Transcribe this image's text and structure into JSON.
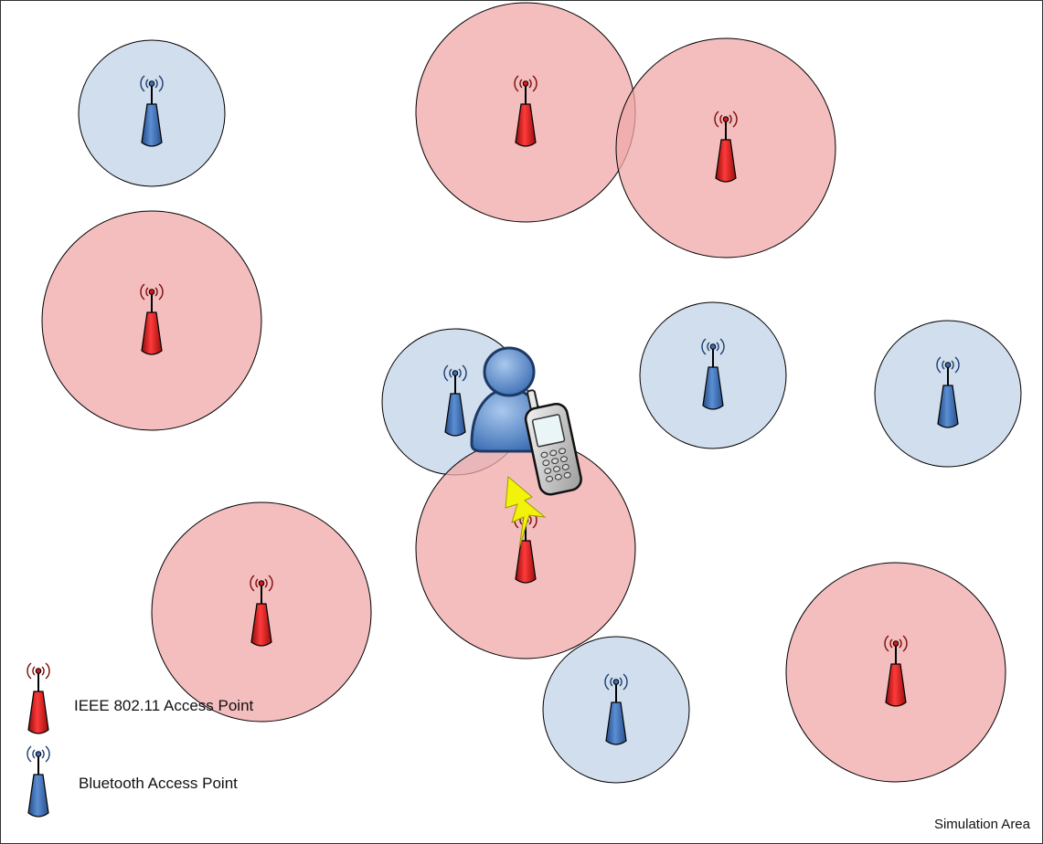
{
  "colors": {
    "wifi_fill": "#f0a8a8",
    "bluetooth_fill": "#b9cde3",
    "wifi_ap": "#d81818",
    "bluetooth_ap": "#3d6fb5",
    "user_blue": "#6fa0d6",
    "phone_body": "#c8c8c8",
    "bolt": "#f2f20a"
  },
  "legend": {
    "wifi_label": "IEEE 802.11 Access Point",
    "bluetooth_label": "Bluetooth Access Point"
  },
  "area_label": "Simulation Area",
  "icons": [
    "antenna-icon",
    "access-point-icon",
    "user-icon",
    "mobile-phone-icon",
    "lightning-bolt-icon"
  ]
}
